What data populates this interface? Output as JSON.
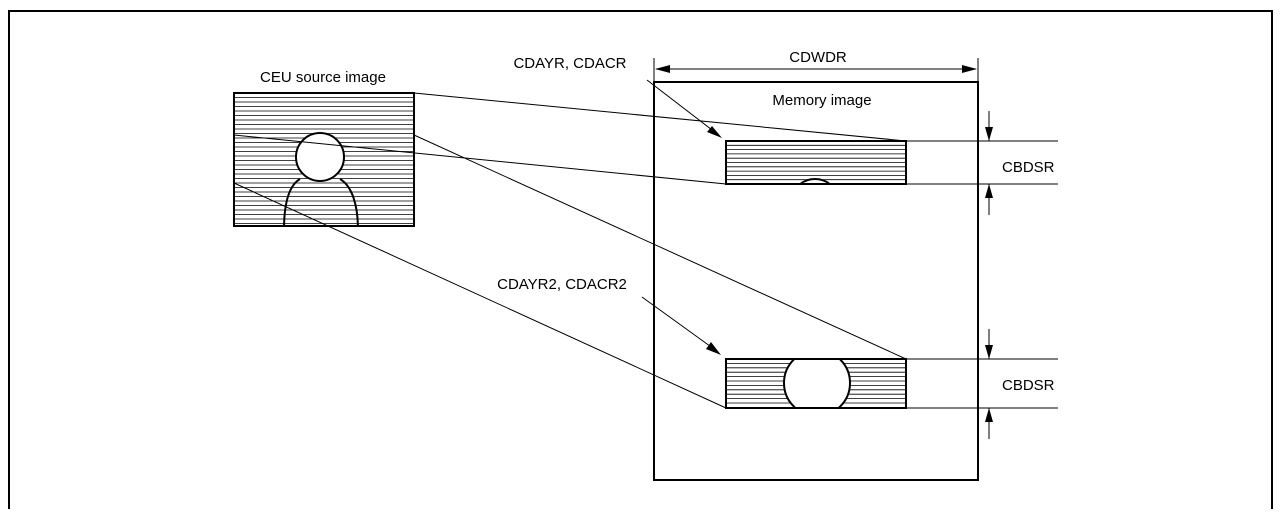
{
  "labels": {
    "source_image": "CEU source image",
    "memory_image": "Memory image",
    "width_register": "CDWDR",
    "top_address": "CDAYR, CDACR",
    "bottom_address": "CDAYR2, CDACR2",
    "top_height": "CBDSR",
    "bottom_height": "CBDSR"
  }
}
